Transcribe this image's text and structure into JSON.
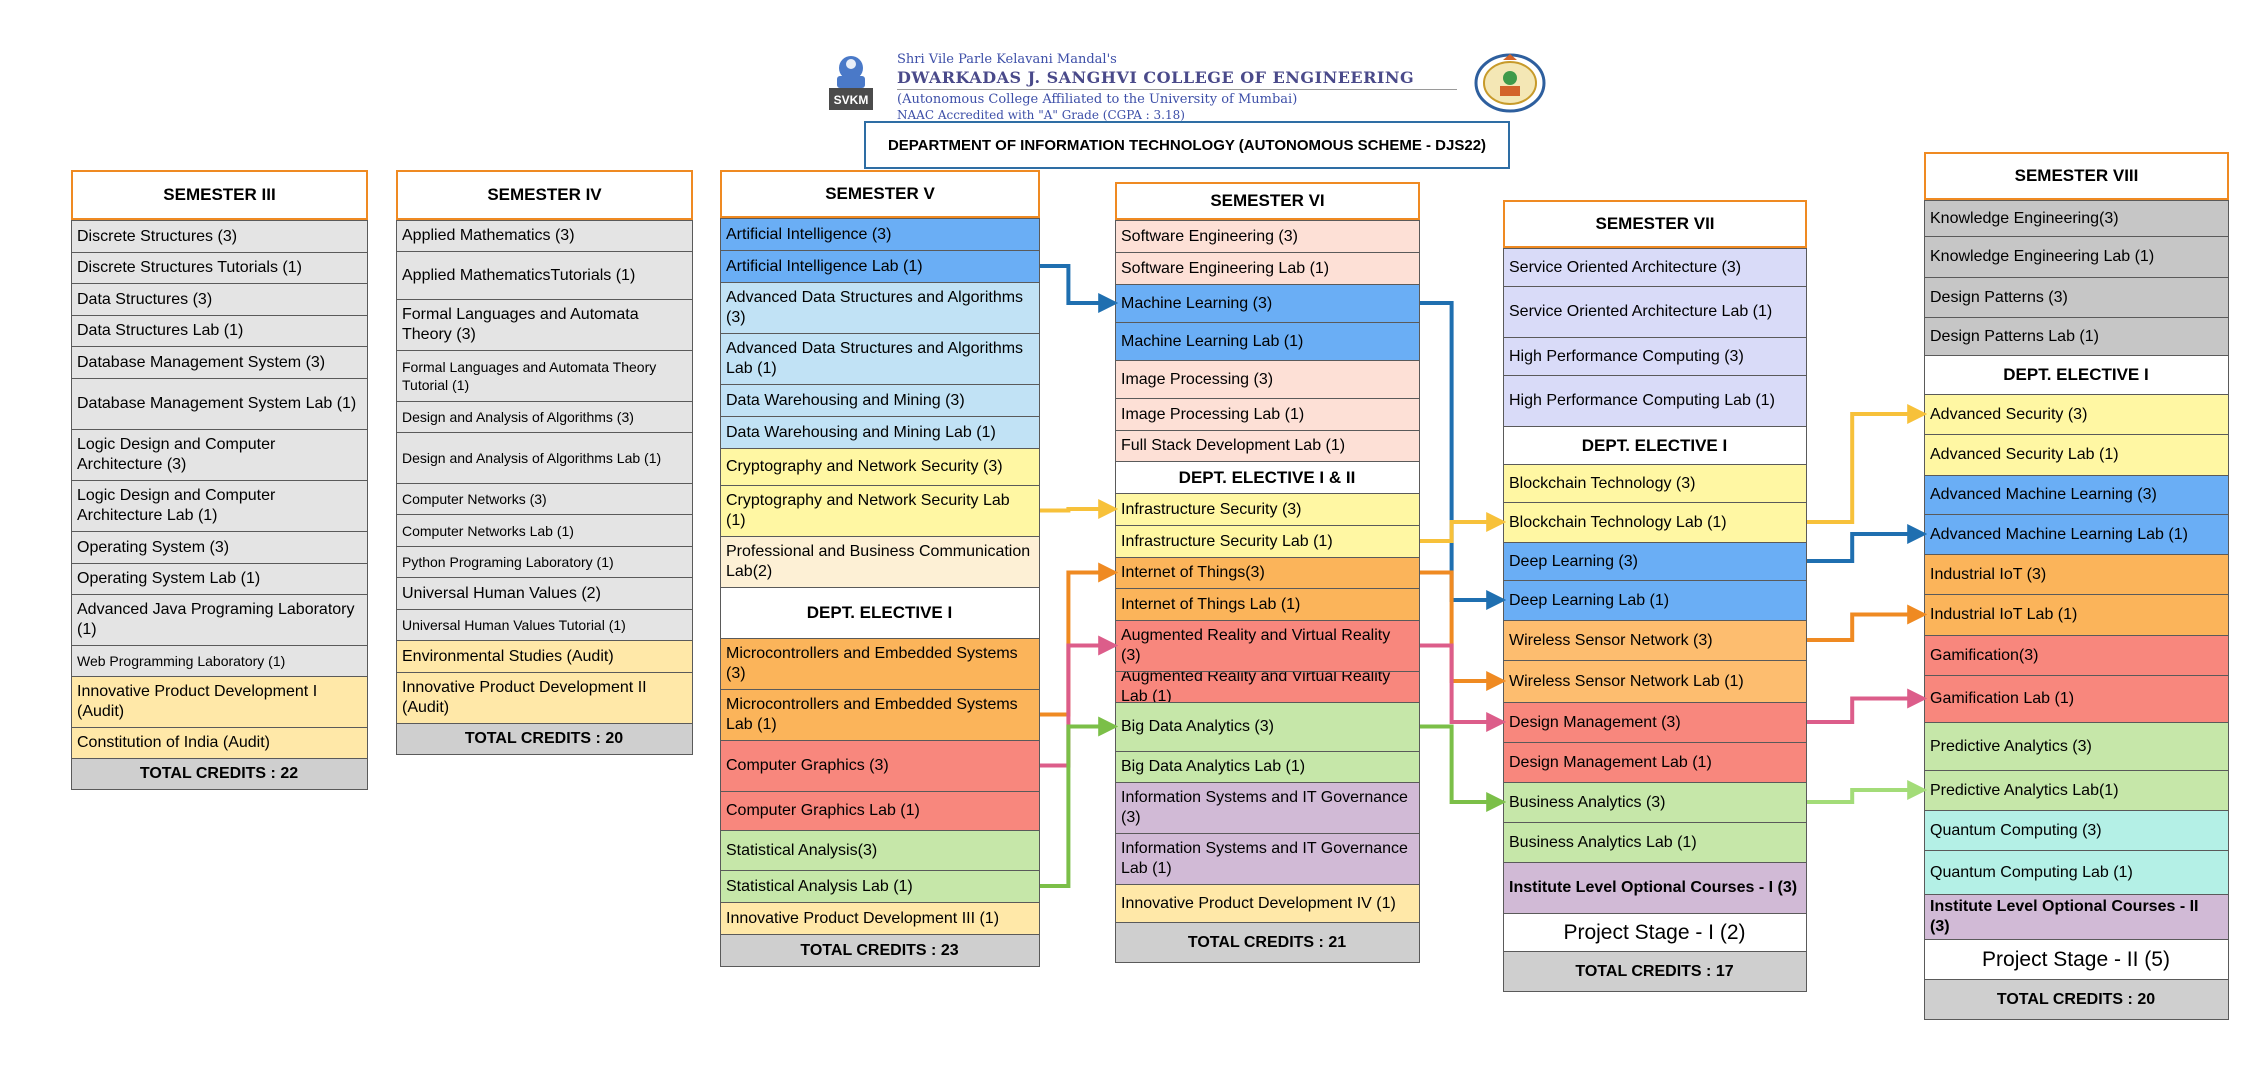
{
  "header": {
    "line1": "Shri Vile Parle Kelavani Mandal's",
    "college": "DWARKADAS J. SANGHVI COLLEGE OF ENGINEERING",
    "affiliation": "(Autonomous College Affiliated to the University of Mumbai)",
    "naac": "NAAC Accredited with \"A\" Grade (CGPA : 3.18)",
    "logo_left_text": "SVKM",
    "department": "DEPARTMENT OF INFORMATION TECHNOLOGY (AUTONOMOUS SCHEME - DJS22)"
  },
  "colors": {
    "grey": "#e4e4e4",
    "credit_grey": "#cfcfcf",
    "yellow": "#fff7a3",
    "light_orange": "#ffe8a8",
    "beige": "#fdf0d5",
    "blue": "#6aaef5",
    "light_blue": "#c1e2f5",
    "orange": "#fdbd6f",
    "deep_orange": "#fbb45a",
    "salmon": "#f8877d",
    "green": "#c6e7a9",
    "pink": "#fde0d6",
    "lavender": "#d9dbf8",
    "purple": "#d1bad6",
    "mint": "#b4f0e6",
    "dark_grey": "#c6c6c6",
    "arrow_blue": "#1f6fb0",
    "arrow_yellow": "#f7c13a",
    "arrow_orange": "#ef8a22",
    "arrow_pink": "#dc5d8a",
    "arrow_green": "#7bbf48",
    "arrow_light_green": "#a3dc78"
  },
  "semesters": [
    {
      "title": "SEMESTER III",
      "courses": [
        {
          "name": "Discrete Structures (3)",
          "color": "grey"
        },
        {
          "name": "Discrete Structures Tutorials (1)",
          "color": "grey"
        },
        {
          "name": "Data Structures (3)",
          "color": "grey"
        },
        {
          "name": "Data Structures Lab (1)",
          "color": "grey"
        },
        {
          "name": "Database Management System (3)",
          "color": "grey"
        },
        {
          "name": "Database Management System Lab (1)",
          "color": "grey"
        },
        {
          "name": "Logic Design and Computer Architecture (3)",
          "color": "grey"
        },
        {
          "name": "Logic Design and Computer Architecture  Lab (1)",
          "color": "grey"
        },
        {
          "name": "Operating System (3)",
          "color": "grey"
        },
        {
          "name": "Operating System Lab (1)",
          "color": "grey"
        },
        {
          "name": "Advanced Java Programing Laboratory (1)",
          "color": "grey"
        },
        {
          "name": "Web Programming Laboratory (1)",
          "color": "grey",
          "small": true
        },
        {
          "name": "Innovative Product Development I (Audit)",
          "color": "light_orange"
        },
        {
          "name": "Constitution of India (Audit)",
          "color": "light_orange"
        },
        {
          "name": "TOTAL CREDITS : 22",
          "color": "credit_grey",
          "credits": true
        }
      ]
    },
    {
      "title": "SEMESTER IV",
      "courses": [
        {
          "name": "Applied Mathematics (3)",
          "color": "grey"
        },
        {
          "name": "Applied MathematicsTutorials (1)",
          "color": "grey"
        },
        {
          "name": "Formal Languages and Automata Theory (3)",
          "color": "grey"
        },
        {
          "name": "Formal Languages and Automata Theory Tutorial (1)",
          "color": "grey",
          "small": true
        },
        {
          "name": "Design and Analysis of Algorithms (3)",
          "color": "grey",
          "small": true
        },
        {
          "name": "Design and Analysis of Algorithms Lab (1)",
          "color": "grey",
          "small": true
        },
        {
          "name": "Computer Networks (3)",
          "color": "grey",
          "small": true
        },
        {
          "name": "Computer Networks Lab (1)",
          "color": "grey",
          "small": true
        },
        {
          "name": "Python Programing Laboratory (1)",
          "color": "grey",
          "small": true
        },
        {
          "name": "Universal Human Values (2)",
          "color": "grey"
        },
        {
          "name": "Universal Human Values Tutorial (1)",
          "color": "grey",
          "small": true
        },
        {
          "name": "Environmental Studies (Audit)",
          "color": "light_orange"
        },
        {
          "name": "Innovative Product Development II (Audit)",
          "color": "light_orange"
        },
        {
          "name": "TOTAL CREDITS : 20",
          "color": "credit_grey",
          "credits": true
        }
      ]
    },
    {
      "title": "SEMESTER V",
      "courses": [
        {
          "name": "Artificial Intelligence (3)",
          "color": "blue"
        },
        {
          "name": "Artificial Intelligence Lab (1)",
          "color": "blue"
        },
        {
          "name": "Advanced Data Structures and Algorithms (3)",
          "color": "light_blue"
        },
        {
          "name": "Advanced Data   Structures and Algorithms  Lab (1)",
          "color": "light_blue"
        },
        {
          "name": "Data Warehousing and Mining (3)",
          "color": "light_blue"
        },
        {
          "name": "Data Warehousing and Mining Lab (1)",
          "color": "light_blue"
        },
        {
          "name": "Cryptography and Network Security (3)",
          "color": "yellow"
        },
        {
          "name": "Cryptography and Network Security Lab (1)",
          "color": "yellow"
        },
        {
          "name": "Professional and Business Communication Lab(2)",
          "color": "beige"
        },
        {
          "name": "DEPT. ELECTIVE I",
          "color": "white",
          "heading": true
        },
        {
          "name": "Microcontrollers and Embedded Systems (3)",
          "color": "deep_orange"
        },
        {
          "name": "Microcontrollers and Embedded Systems Lab (1)",
          "color": "deep_orange"
        },
        {
          "name": "Computer Graphics (3)",
          "color": "salmon"
        },
        {
          "name": "Computer Graphics Lab (1)",
          "color": "salmon"
        },
        {
          "name": "Statistical Analysis(3)",
          "color": "green"
        },
        {
          "name": "Statistical Analysis Lab (1)",
          "color": "green"
        },
        {
          "name": "Innovative Product Development III (1)",
          "color": "light_orange"
        },
        {
          "name": "TOTAL CREDITS : 23",
          "color": "credit_grey",
          "credits": true
        }
      ]
    },
    {
      "title": "SEMESTER VI",
      "courses": [
        {
          "name": "Software Engineering (3)",
          "color": "pink"
        },
        {
          "name": "Software Engineering Lab (1)",
          "color": "pink"
        },
        {
          "name": "Machine Learning (3)",
          "color": "blue"
        },
        {
          "name": "Machine Learning Lab (1)",
          "color": "blue"
        },
        {
          "name": "Image Processing (3)",
          "color": "pink"
        },
        {
          "name": "Image Processing Lab (1)",
          "color": "pink"
        },
        {
          "name": "Full Stack Development Lab (1)",
          "color": "pink"
        },
        {
          "name": "DEPT. ELECTIVE I & II",
          "color": "white",
          "heading": true
        },
        {
          "name": "Infrastructure Security (3)",
          "color": "yellow"
        },
        {
          "name": "Infrastructure Security Lab (1)",
          "color": "yellow"
        },
        {
          "name": "Internet of Things(3)",
          "color": "deep_orange"
        },
        {
          "name": "Internet of Things Lab (1)",
          "color": "deep_orange"
        },
        {
          "name": "Augmented Reality and Virtual Reality (3)",
          "color": "salmon"
        },
        {
          "name": "Augmented Reality and Virtual Reality Lab (1)",
          "color": "salmon"
        },
        {
          "name": "Big Data Analytics (3)",
          "color": "green"
        },
        {
          "name": "Big Data  Analytics Lab (1)",
          "color": "green"
        },
        {
          "name": "Information Systems and IT Governance  (3)",
          "color": "purple"
        },
        {
          "name": "Information Systems and IT Governance Lab  (1)",
          "color": "purple"
        },
        {
          "name": "Innovative Product Development IV (1)",
          "color": "light_orange"
        },
        {
          "name": "TOTAL CREDITS : 21",
          "color": "credit_grey",
          "credits": true
        }
      ]
    },
    {
      "title": "SEMESTER VII",
      "courses": [
        {
          "name": "Service Oriented Architecture (3)",
          "color": "lavender"
        },
        {
          "name": "Service Oriented Architecture Lab (1)",
          "color": "lavender"
        },
        {
          "name": "High Performance Computing (3)",
          "color": "lavender"
        },
        {
          "name": "High Performance Computing Lab (1)",
          "color": "lavender"
        },
        {
          "name": "DEPT. ELECTIVE I",
          "color": "white",
          "heading": true
        },
        {
          "name": "Blockchain Technology (3)",
          "color": "yellow"
        },
        {
          "name": "Blockchain Technology Lab (1)",
          "color": "yellow"
        },
        {
          "name": "Deep Learning (3)",
          "color": "blue"
        },
        {
          "name": "Deep Learning Lab (1)",
          "color": "blue"
        },
        {
          "name": "Wireless Sensor Network (3)",
          "color": "orange"
        },
        {
          "name": "Wireless Sensor Network Lab (1)",
          "color": "orange"
        },
        {
          "name": "Design Management (3)",
          "color": "salmon"
        },
        {
          "name": "Design Management Lab (1)",
          "color": "salmon"
        },
        {
          "name": "Business Analytics  (3)",
          "color": "green"
        },
        {
          "name": "Business Analytics Lab (1)",
          "color": "green"
        },
        {
          "name": "Institute Level Optional Courses - I (3)",
          "color": "purple",
          "bold": true
        },
        {
          "name": "Project Stage - I (2)",
          "color": "white",
          "big": true
        },
        {
          "name": "TOTAL CREDITS : 17",
          "color": "credit_grey",
          "credits": true
        }
      ]
    },
    {
      "title": "SEMESTER VIII",
      "courses": [
        {
          "name": "Knowledge Engineering(3)",
          "color": "dark_grey"
        },
        {
          "name": "Knowledge Engineering Lab (1)",
          "color": "dark_grey"
        },
        {
          "name": "Design Patterns (3)",
          "color": "dark_grey"
        },
        {
          "name": "Design Patterns Lab (1)",
          "color": "dark_grey"
        },
        {
          "name": "DEPT. ELECTIVE I",
          "color": "white",
          "heading": true
        },
        {
          "name": "Advanced Security (3)",
          "color": "yellow"
        },
        {
          "name": "Advanced Security Lab (1)",
          "color": "yellow"
        },
        {
          "name": "Advanced Machine Learning (3)",
          "color": "blue"
        },
        {
          "name": "Advanced Machine Learning Lab (1)",
          "color": "blue"
        },
        {
          "name": "Industrial IoT (3)",
          "color": "deep_orange"
        },
        {
          "name": "Industrial IoT  Lab (1)",
          "color": "deep_orange"
        },
        {
          "name": "Gamification(3)",
          "color": "salmon"
        },
        {
          "name": "Gamification Lab (1)",
          "color": "salmon"
        },
        {
          "name": "Predictive Analytics (3)",
          "color": "green"
        },
        {
          "name": "Predictive Analytics Lab(1)",
          "color": "green"
        },
        {
          "name": "Quantum Computing (3)",
          "color": "mint"
        },
        {
          "name": "Quantum Computing Lab (1)",
          "color": "mint"
        },
        {
          "name": "Institute Level Optional Courses - II (3)",
          "color": "purple",
          "bold": true
        },
        {
          "name": "Project Stage - II (5)",
          "color": "white",
          "big": true
        },
        {
          "name": "TOTAL CREDITS : 20",
          "color": "credit_grey",
          "credits": true
        }
      ]
    }
  ],
  "arrows": [
    {
      "from": "Artificial Intelligence Lab (1)",
      "to": "Machine Learning (3)",
      "color": "arrow_blue"
    },
    {
      "from": "Cryptography and Network Security Lab (1)",
      "to": "Infrastructure Security (3)",
      "color": "arrow_yellow"
    },
    {
      "from": "Microcontrollers and Embedded Systems Lab (1)",
      "to": "Internet of Things(3)",
      "color": "arrow_orange"
    },
    {
      "from": "Computer Graphics (3)",
      "to": "Augmented Reality and Virtual Reality (3)",
      "color": "arrow_pink"
    },
    {
      "from": "Statistical Analysis Lab (1)",
      "to": "Big Data Analytics (3)",
      "color": "arrow_green"
    },
    {
      "from": "Machine Learning (3)",
      "to": "Deep Learning Lab (1)",
      "color": "arrow_blue"
    },
    {
      "from": "Infrastructure Security Lab (1)",
      "to": "Blockchain Technology Lab (1)",
      "color": "arrow_yellow"
    },
    {
      "from": "Internet of Things(3)",
      "to": "Wireless Sensor Network Lab (1)",
      "color": "arrow_orange"
    },
    {
      "from": "Augmented Reality and Virtual Reality (3)",
      "to": "Design Management (3)",
      "color": "arrow_pink"
    },
    {
      "from": "Big Data Analytics (3)",
      "to": "Business Analytics  (3)",
      "color": "arrow_green"
    },
    {
      "from": "Blockchain Technology Lab (1)",
      "to": "Advanced Security (3)",
      "color": "arrow_yellow"
    },
    {
      "from": "Deep Learning (3)",
      "to": "Advanced Machine Learning Lab (1)",
      "color": "arrow_blue"
    },
    {
      "from": "Wireless Sensor Network (3)",
      "to": "Industrial IoT  Lab (1)",
      "color": "arrow_orange"
    },
    {
      "from": "Design Management (3)",
      "to": "Gamification Lab (1)",
      "color": "arrow_pink"
    },
    {
      "from": "Business Analytics  (3)",
      "to": "Predictive Analytics Lab(1)",
      "color": "arrow_light_green"
    }
  ]
}
